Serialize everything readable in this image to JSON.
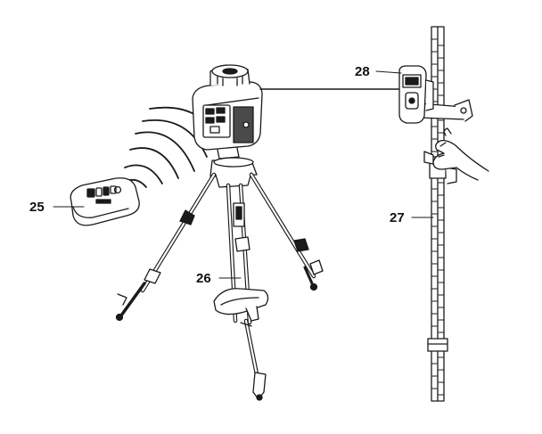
{
  "callouts": {
    "remote_control": "25",
    "tripod": "26",
    "measuring_rod": "27",
    "laser_receiver": "28"
  }
}
